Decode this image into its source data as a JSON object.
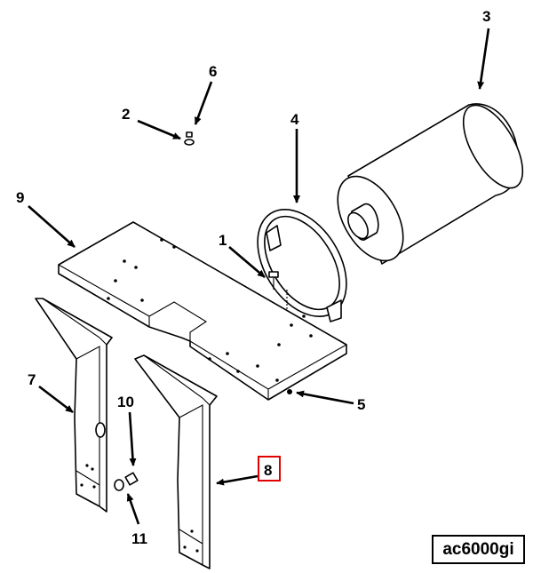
{
  "figure_id": "ac6000gi",
  "callouts": {
    "c1": "1",
    "c2": "2",
    "c3": "3",
    "c4": "4",
    "c5": "5",
    "c6": "6",
    "c7": "7",
    "c8": "8",
    "c9": "9",
    "c10": "10",
    "c11": "11"
  },
  "highlighted_callout": "8",
  "colors": {
    "highlight": "#e00000",
    "line": "#000000"
  }
}
